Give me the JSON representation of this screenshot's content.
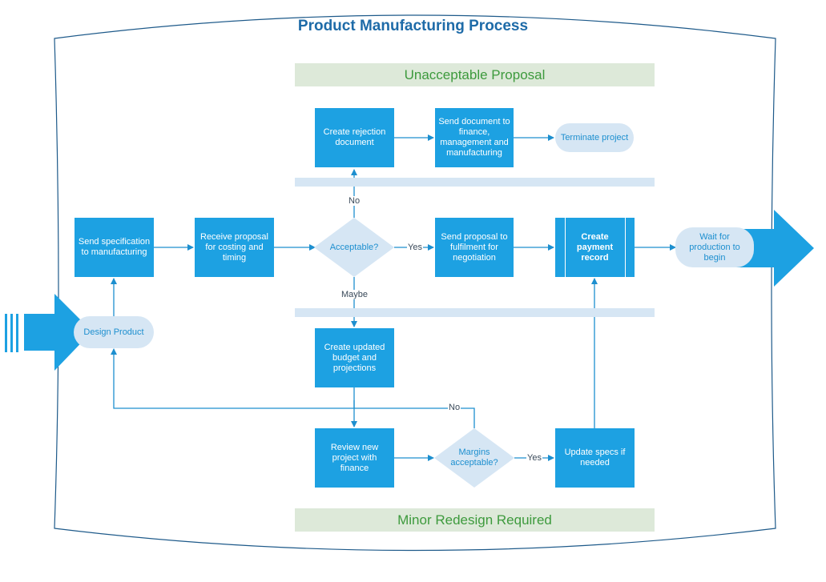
{
  "title": "Product Manufacturing Process",
  "bands": {
    "top": "Unacceptable Proposal",
    "bottom": "Minor Redesign Required"
  },
  "nodes": {
    "design_product": "Design Product",
    "send_spec": "Send specification to manufacturing",
    "receive_proposal": "Receive proposal for costing and timing",
    "acceptable": "Acceptable?",
    "create_rejection": "Create rejection document",
    "send_document": "Send document to finance, management and manufacturing",
    "terminate": "Terminate project",
    "send_proposal": "Send proposal to fulfilment for negotiation",
    "create_payment": "Create payment record",
    "wait_production": "Wait for production to begin",
    "create_updated": "Create updated budget and projections",
    "review_project": "Review new project with finance",
    "margins": "Margins acceptable?",
    "update_specs": "Update specs if needed"
  },
  "edge_labels": {
    "no_top": "No",
    "yes_right": "Yes",
    "maybe": "Maybe",
    "no_bottom": "No",
    "yes_bottom": "Yes"
  },
  "colors": {
    "box": "#1da1e2",
    "pill": "#d6e6f4",
    "band": "#dde9d9",
    "band_text": "#3d9a3d",
    "title": "#1e6ba8",
    "connector": "#1d8fcf"
  }
}
